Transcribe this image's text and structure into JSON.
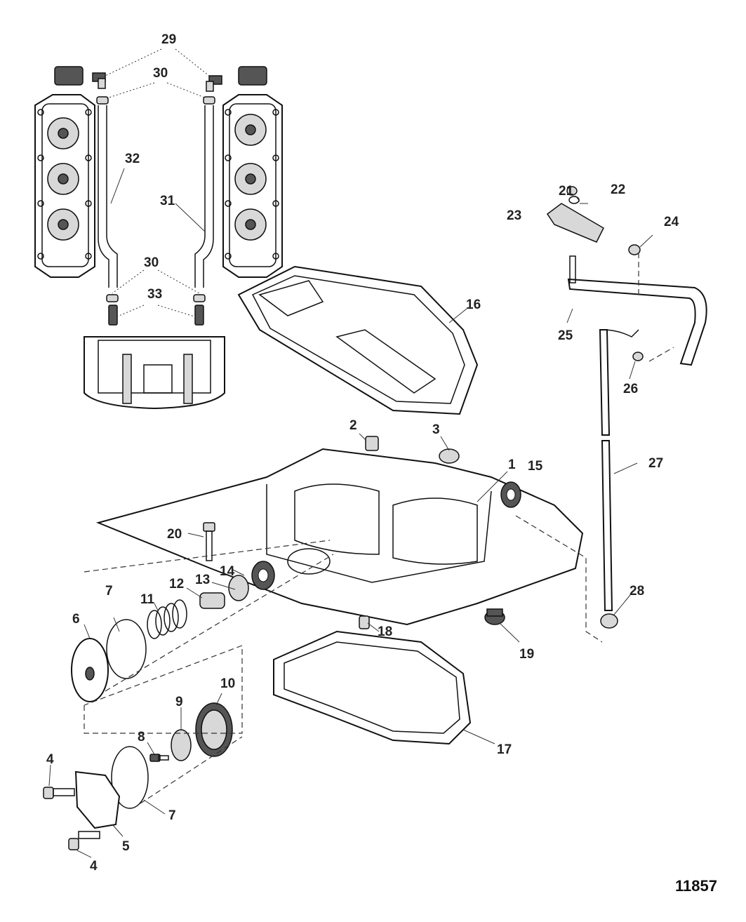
{
  "diagram": {
    "figure_number": "11857",
    "callouts": [
      {
        "id": "c29",
        "label": "29"
      },
      {
        "id": "c30a",
        "label": "30"
      },
      {
        "id": "c32",
        "label": "32"
      },
      {
        "id": "c31",
        "label": "31"
      },
      {
        "id": "c30b",
        "label": "30"
      },
      {
        "id": "c33",
        "label": "33"
      },
      {
        "id": "c16",
        "label": "16"
      },
      {
        "id": "c21",
        "label": "21"
      },
      {
        "id": "c22",
        "label": "22"
      },
      {
        "id": "c23",
        "label": "23"
      },
      {
        "id": "c24",
        "label": "24"
      },
      {
        "id": "c25",
        "label": "25"
      },
      {
        "id": "c26",
        "label": "26"
      },
      {
        "id": "c27",
        "label": "27"
      },
      {
        "id": "c28",
        "label": "28"
      },
      {
        "id": "c2",
        "label": "2"
      },
      {
        "id": "c3",
        "label": "3"
      },
      {
        "id": "c1",
        "label": "1"
      },
      {
        "id": "c15",
        "label": "15"
      },
      {
        "id": "c20",
        "label": "20"
      },
      {
        "id": "c14",
        "label": "14"
      },
      {
        "id": "c13",
        "label": "13"
      },
      {
        "id": "c12",
        "label": "12"
      },
      {
        "id": "c11",
        "label": "11"
      },
      {
        "id": "c7a",
        "label": "7"
      },
      {
        "id": "c6",
        "label": "6"
      },
      {
        "id": "c18",
        "label": "18"
      },
      {
        "id": "c19",
        "label": "19"
      },
      {
        "id": "c10",
        "label": "10"
      },
      {
        "id": "c9",
        "label": "9"
      },
      {
        "id": "c8",
        "label": "8"
      },
      {
        "id": "c4a",
        "label": "4"
      },
      {
        "id": "c7b",
        "label": "7"
      },
      {
        "id": "c5",
        "label": "5"
      },
      {
        "id": "c4b",
        "label": "4"
      },
      {
        "id": "c17",
        "label": "17"
      }
    ]
  }
}
